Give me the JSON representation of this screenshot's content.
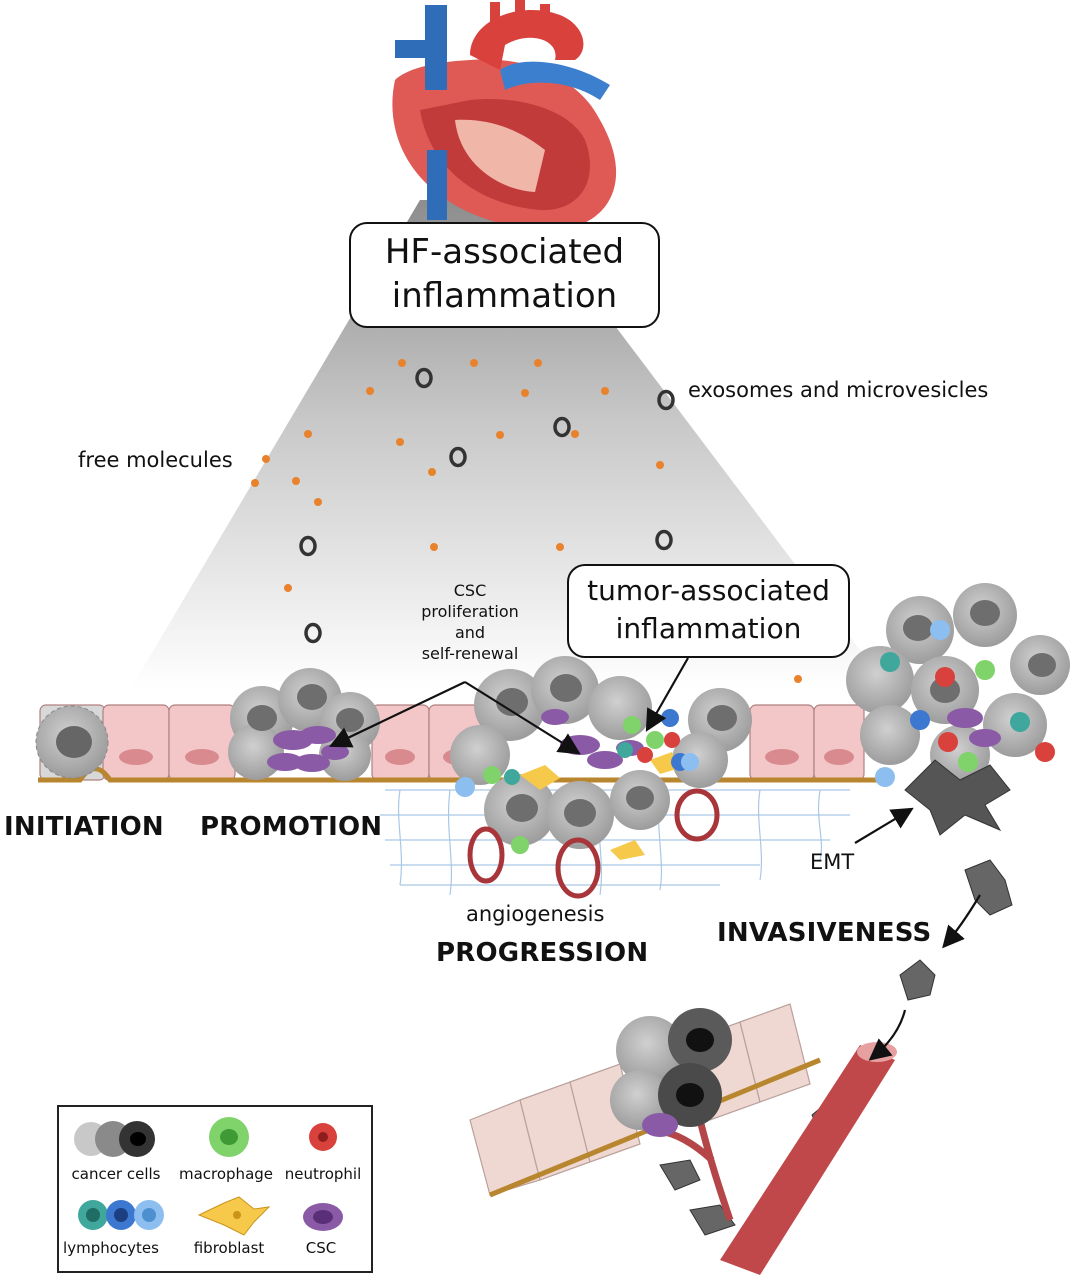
{
  "titles": {
    "hf_line1": "HF-associated",
    "hf_line2": "inflammation",
    "tumor_line1": "tumor-associated",
    "tumor_line2": "inflammation"
  },
  "labels": {
    "exosomes": "exosomes and microvesicles",
    "free_molecules": "free molecules",
    "csc_line1": "CSC",
    "csc_line2": "proliferation",
    "csc_line3": "and",
    "csc_line4": "self-renewal",
    "emt": "EMT",
    "angiogenesis": "angiogenesis"
  },
  "stages": {
    "initiation": "INITIATION",
    "promotion": "PROMOTION",
    "progression": "PROGRESSION",
    "invasiveness": "INVASIVENESS"
  },
  "legend": {
    "cancer_cells": "cancer cells",
    "macrophage": "macrophage",
    "neutrophil": "neutrophil",
    "lymphocytes": "lymphocytes",
    "fibroblast": "fibroblast",
    "csc": "CSC"
  },
  "colors": {
    "cancer": "#9a9a9a",
    "macrophage": "#7fd36a",
    "neutrophil": "#d9413c",
    "lymphocyte_teal": "#3fa79b",
    "lymphocyte_blue": "#3c78d0",
    "lymphocyte_light": "#8cbff0",
    "fibroblast": "#f7c94a",
    "csc": "#8a5aa6",
    "epithelium": "#f3c6c8",
    "membrane": "#b8862e",
    "vessel": "#c0474a",
    "molecule": "#e8822c"
  }
}
